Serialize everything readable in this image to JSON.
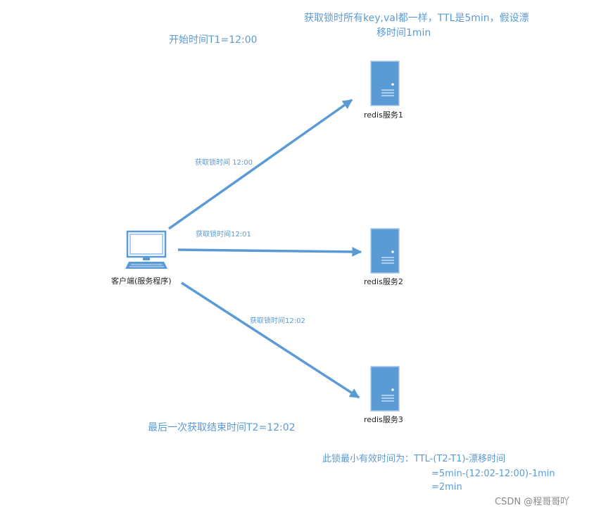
{
  "colors": {
    "accent": "#5b9bd5",
    "server_body": "#5b9bd5",
    "server_border": "#a9c7e8",
    "label_text": "#222222",
    "watermark": "#888888"
  },
  "notes": {
    "start_time": "开始时间T1=12:00",
    "lock_info_line1": "获取锁时所有key,val都一样，TTL是5min，假设漂",
    "lock_info_line2": "移时间1min",
    "end_time": "最后一次获取结束时间T2=12:02",
    "min_valid_line1": "此锁最小有效时间为：TTL-(T2-T1)-漂移时间",
    "min_valid_line2": "=5min-(12:02-12:00)-1min",
    "min_valid_line3": "=2min"
  },
  "client": {
    "label": "客户端(服务程序)",
    "icon": "desktop-computer-icon"
  },
  "servers": [
    {
      "label": "redis服务1",
      "icon": "server-tower-icon"
    },
    {
      "label": "redis服务2",
      "icon": "server-tower-icon"
    },
    {
      "label": "redis服务3",
      "icon": "server-tower-icon"
    }
  ],
  "arrows": [
    {
      "label": "获取锁时间 12:00"
    },
    {
      "label": "获取锁时间12:01"
    },
    {
      "label": "获取锁时间12:02"
    }
  ],
  "watermark": "CSDN @程哥哥吖"
}
